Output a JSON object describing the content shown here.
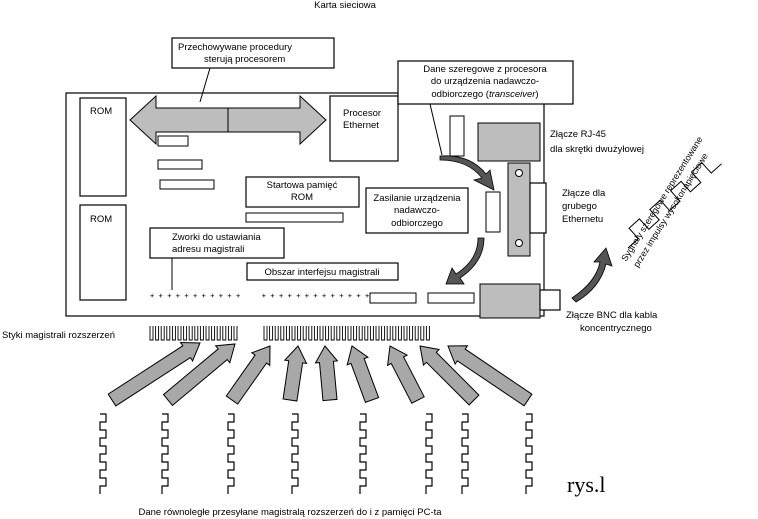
{
  "title": "Karta sieciowa",
  "figure_label": "rys.l",
  "labels": {
    "stored_procedures_line1": "Przechowywane procedury",
    "stored_procedures_line2": "sterują procesorem",
    "serial_data_line1": "Dane szeregowe z procesora",
    "serial_data_line2": "do urządzenia nadawczo-",
    "serial_data_line3": "odbiorczego (",
    "serial_data_italic": "transceiver",
    "serial_data_close": ")",
    "rom_top": "ROM",
    "rom_bottom": "ROM",
    "processor_line1": "Procesor",
    "processor_line2": "Ethernet",
    "boot_rom_line1": "Startowa pamięć",
    "boot_rom_line2": "ROM",
    "transceiver_power_line1": "Zasilanie urządzenia",
    "transceiver_power_line2": "nadawczo-",
    "transceiver_power_line3": "odbiorczego",
    "jumpers_line1": "Zworki do ustawiania",
    "jumpers_line2": "adresu magistrali",
    "bus_interface": "Obszar interfejsu magistrali",
    "rj45_line1": "Złącze RJ-45",
    "rj45_line2": "dla skrętki dwużyłowej",
    "thick_eth_line1": "Złącze dla",
    "thick_eth_line2": "grubego",
    "thick_eth_line3": "Ethernetu",
    "bnc_line1": "Złącze BNC dla kabla",
    "bnc_line2": "koncentrycznego",
    "edge_connector": "Styki magistrali rozszerzeń",
    "serial_signals_line1": "Sygnały szeregowe reprezentowane",
    "serial_signals_line2": "przez impulsy wysokonapięciowe",
    "parallel_data": "Dane równoległe przesyłane magistralą rozszerzeń do i z pamięci PC-ta"
  }
}
